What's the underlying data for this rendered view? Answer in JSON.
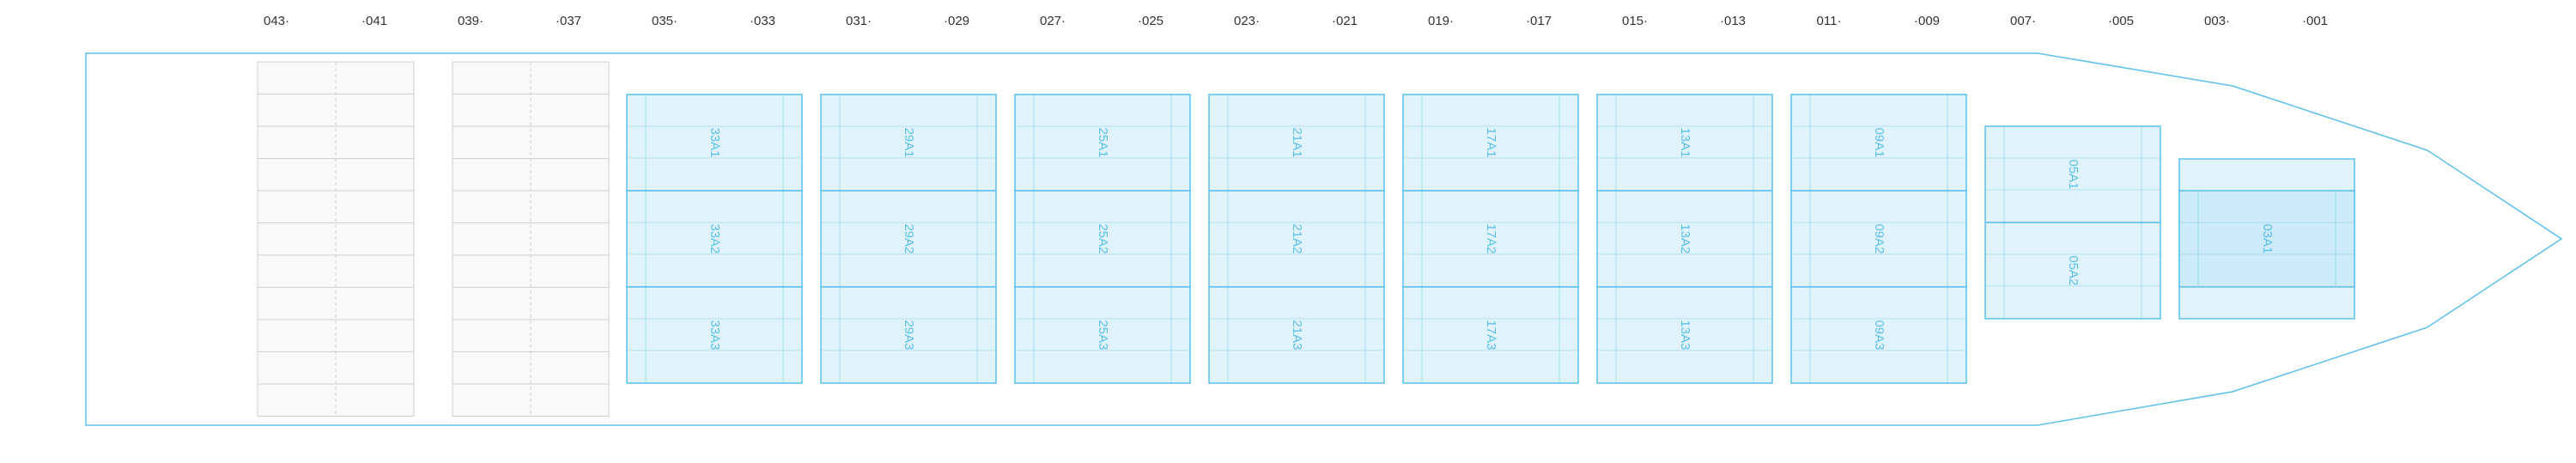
{
  "colors": {
    "hull_stroke": "#5bc0eb",
    "grid_stroke": "#d0d0d0",
    "grid_fill": "#f9f9f9",
    "hatch_stroke": "#5bc0eb",
    "hatch_fill": "#e1f3fa",
    "hatch_selected_fill": "#cdebf8",
    "hatch_label": "#5bc0eb",
    "bay_label": "#333333"
  },
  "bay_labels": [
    "043·",
    "·041",
    "039·",
    "·037",
    "035·",
    "·033",
    "031·",
    "·029",
    "027·",
    "·025",
    "023·",
    "·021",
    "019·",
    "·017",
    "015·",
    "·013",
    "011·",
    "·009",
    "007·",
    "·005",
    "003·",
    "·001"
  ],
  "empty_bays": [
    {
      "name": "043-041",
      "rows": 11
    },
    {
      "name": "039-037",
      "rows": 11
    }
  ],
  "hatch_bays": [
    {
      "id": "33",
      "cells": [
        "33A1",
        "33A2",
        "33A3"
      ]
    },
    {
      "id": "29",
      "cells": [
        "29A1",
        "29A2",
        "29A3"
      ]
    },
    {
      "id": "25",
      "cells": [
        "25A1",
        "25A2",
        "25A3"
      ]
    },
    {
      "id": "21",
      "cells": [
        "21A1",
        "21A2",
        "21A3"
      ]
    },
    {
      "id": "17",
      "cells": [
        "17A1",
        "17A2",
        "17A3"
      ]
    },
    {
      "id": "13",
      "cells": [
        "13A1",
        "13A2",
        "13A3"
      ]
    },
    {
      "id": "09",
      "cells": [
        "09A1",
        "09A2",
        "09A3"
      ]
    },
    {
      "id": "05",
      "cells": [
        "05A1",
        "05A2"
      ]
    },
    {
      "id": "03",
      "cells": [
        "03A1"
      ]
    }
  ]
}
